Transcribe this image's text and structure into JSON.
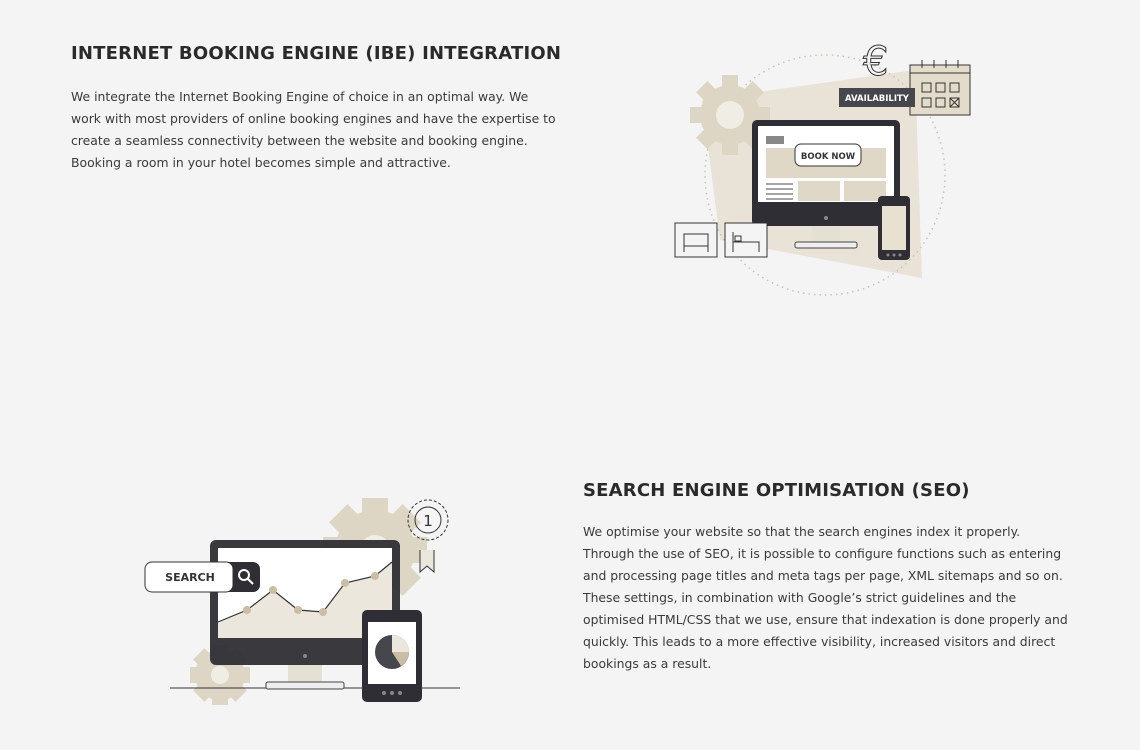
{
  "sections": [
    {
      "title": "INTERNET BOOKING ENGINE (IBE) INTEGRATION",
      "body": "We integrate the Internet Booking Engine of choice in an optimal way. We work with most providers of online booking engines and have the expertise to create a seamless connectivity between the website and booking engine. Booking a room in your hotel becomes simple and attractive.",
      "illustration": {
        "badge": "AVAILABILITY",
        "button": "BOOK NOW",
        "currency": "€"
      }
    },
    {
      "title": "SEARCH ENGINE OPTIMISATION (SEO)",
      "body": "We optimise your website so that the search engines index it properly. Through the use of SEO, it is possible to configure functions such as entering and processing page titles and meta tags per page, XML sitemaps and so on. These settings, in combination with Google’s strict guidelines and the optimised HTML/CSS that we use, ensure that indexation is done properly and quickly. This leads to a more effective visibility, increased visitors and direct bookings as a result.",
      "illustration": {
        "search": "SEARCH",
        "rank": "1"
      }
    }
  ],
  "colors": {
    "background": "#f4f4f4",
    "accent": "#d9d0bb",
    "dark": "#2e2e34"
  }
}
